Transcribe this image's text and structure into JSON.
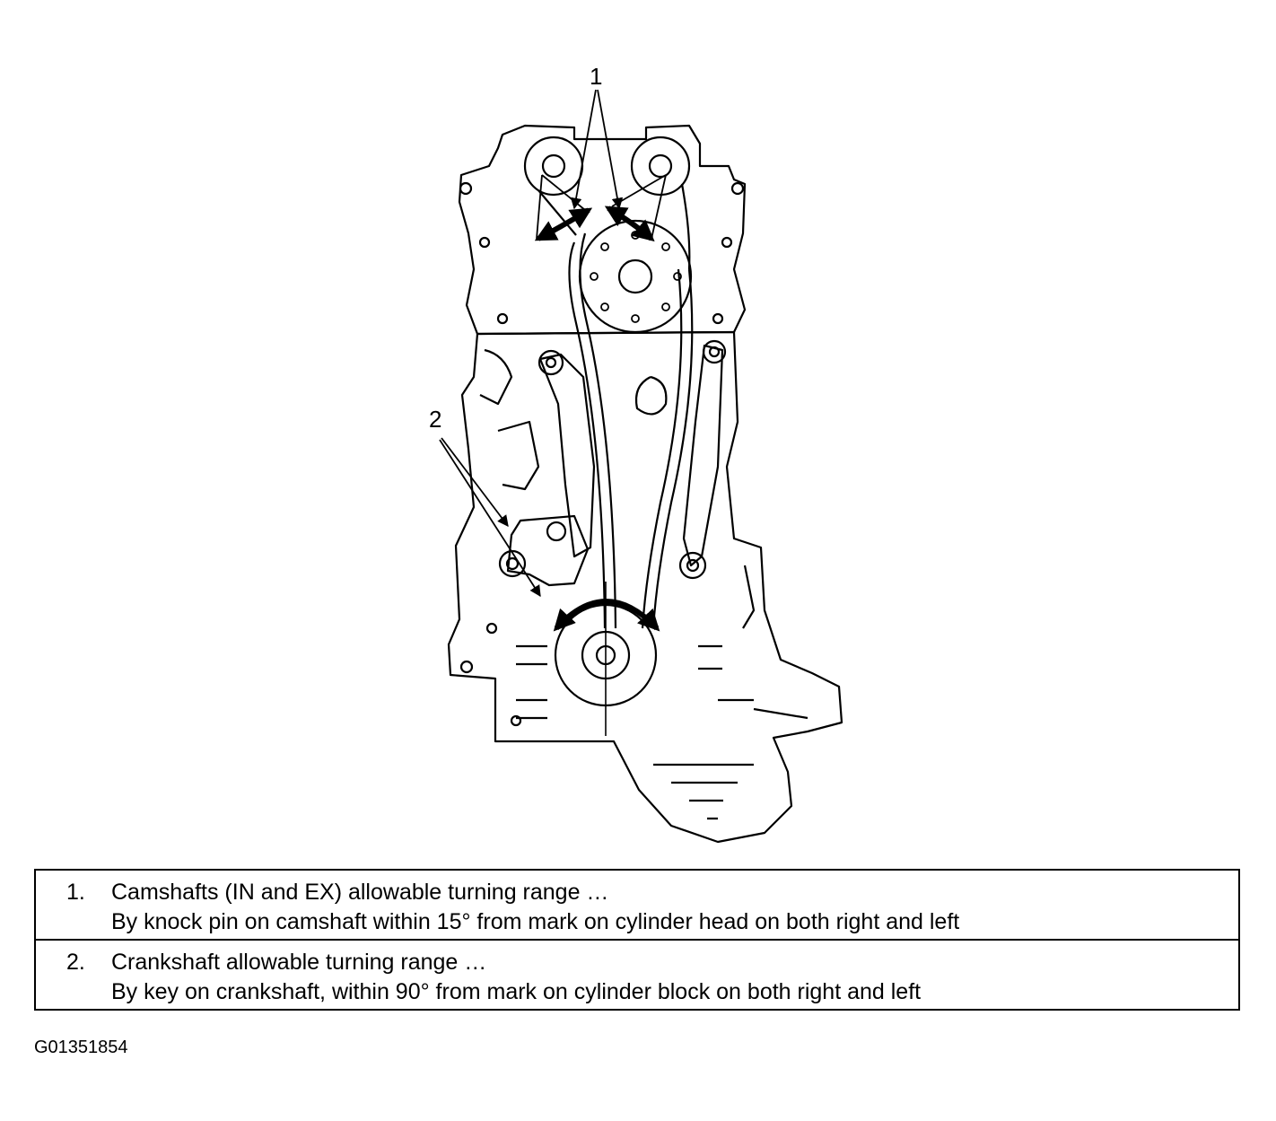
{
  "callouts": {
    "one": "1",
    "two": "2"
  },
  "legend": [
    {
      "number": "1.",
      "title": "Camshafts (IN and EX) allowable turning range …",
      "detail": "By knock pin on camshaft within 15° from mark on cylinder head on both right and left"
    },
    {
      "number": "2.",
      "title": "Crankshaft allowable turning range …",
      "detail": "By key on crankshaft, within 90° from mark on cylinder block on both right and left"
    }
  ],
  "figure_id": "G01351854"
}
